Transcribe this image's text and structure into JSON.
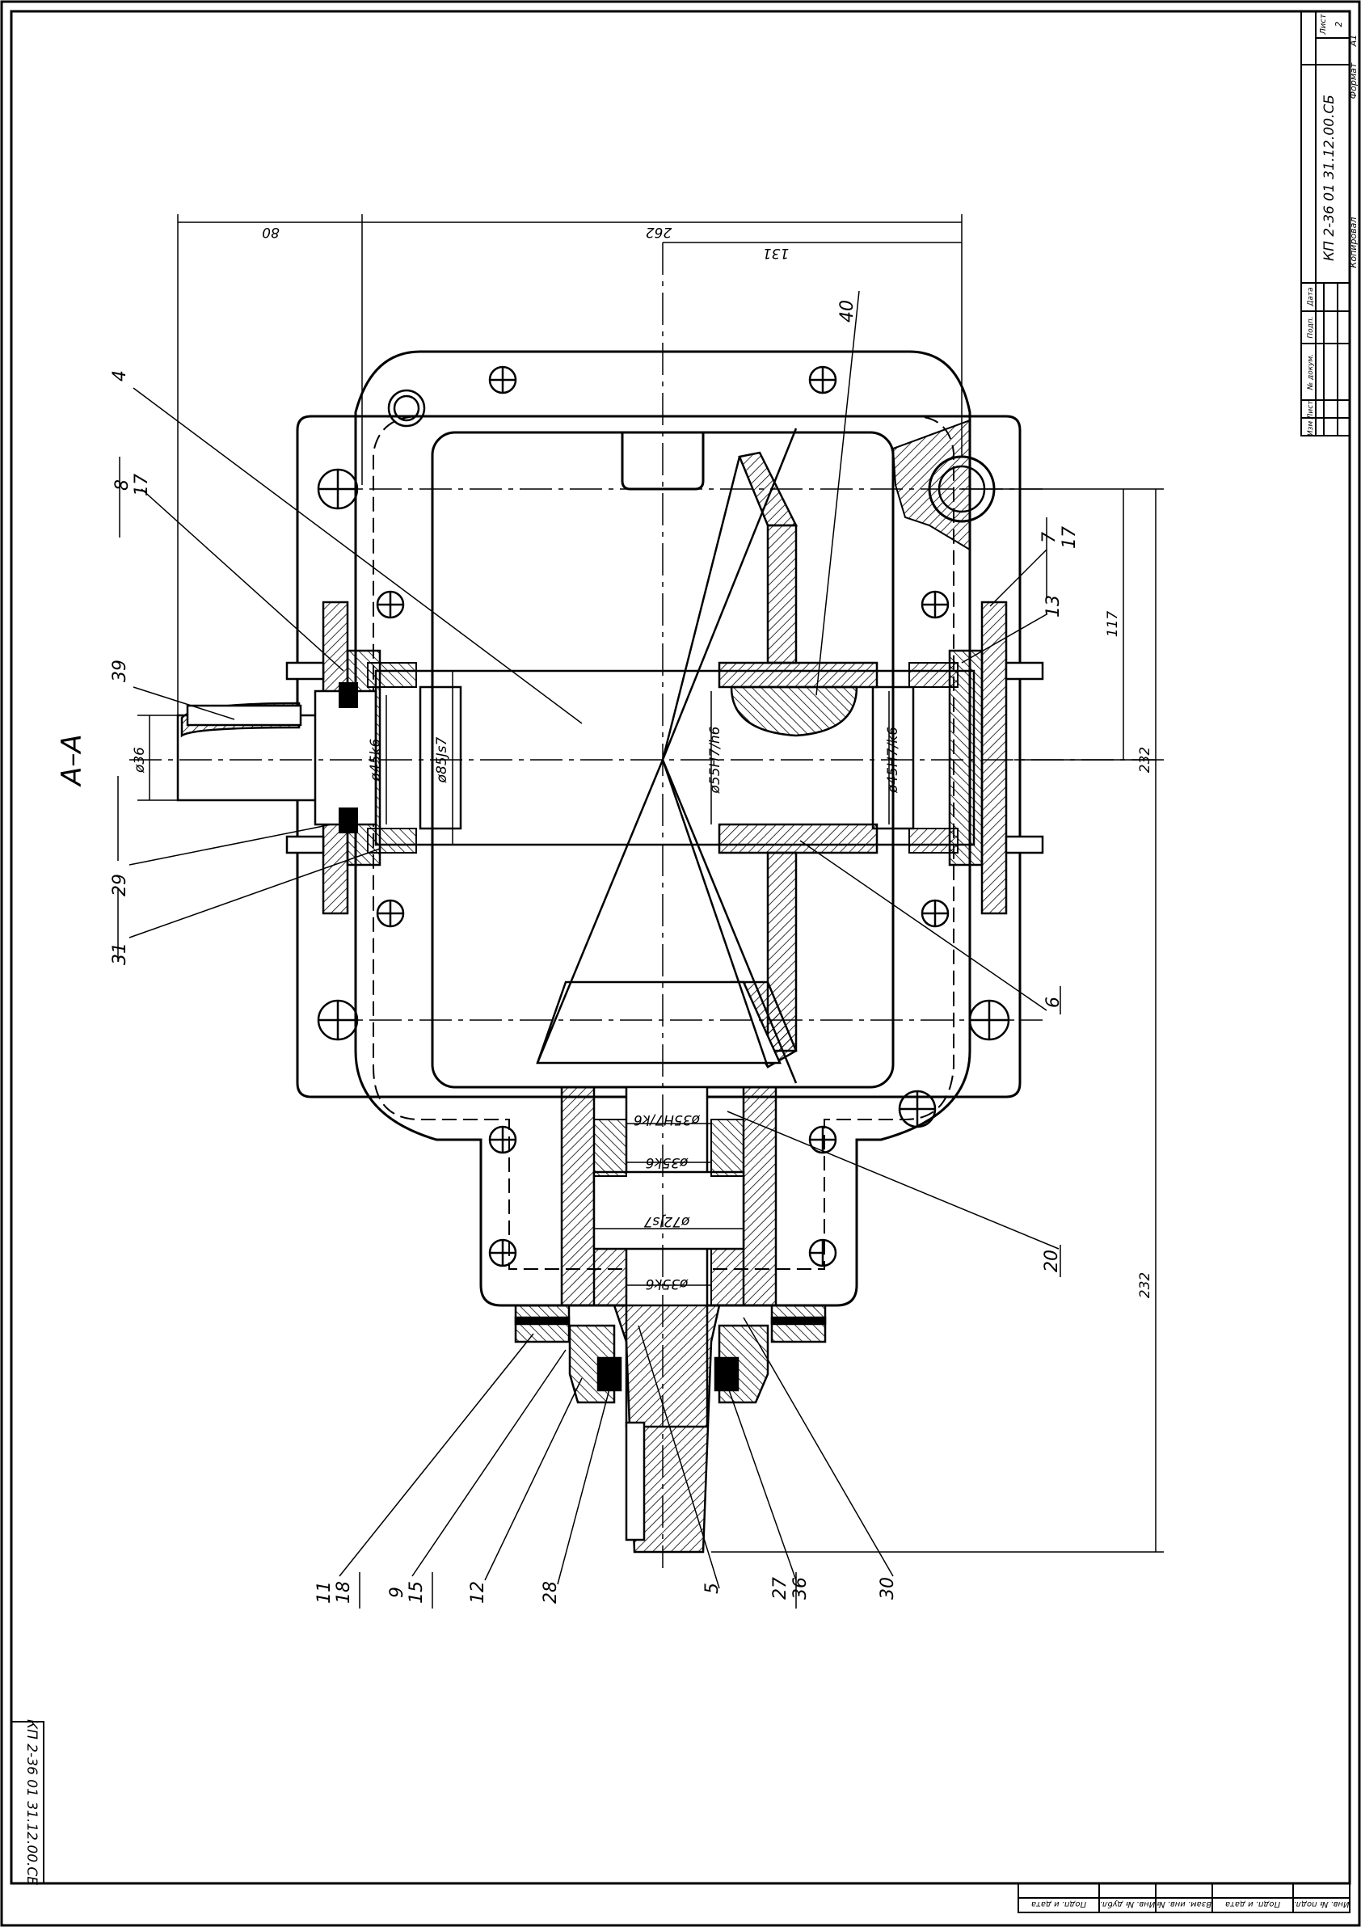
{
  "drawing": {
    "section_label": "А–А",
    "designation": "КП 2-36 01 31.12.00.СБ",
    "designation_rotated": "КП 2-36 01 31.12.00.СБ"
  },
  "title_block": {
    "sheet_label": "Лист",
    "sheet_number": "2",
    "format_label": "Формат",
    "format_value": "А1",
    "copied_label": "Копировал",
    "change_cols": [
      "Изм",
      "Лист",
      "№ докум.",
      "Подп.",
      "Дата"
    ]
  },
  "margin_block": {
    "cols": [
      "Инв. № подл.",
      "Подп. и дата",
      "Взам. инв. №",
      "Инв. № дубл.",
      "Подп. и дата"
    ]
  },
  "dimensions": {
    "d80": "80",
    "d262": "262",
    "d131": "131",
    "d117": "117",
    "d232a": "232",
    "d232b": "232",
    "d36": "ø36",
    "d45k6": "ø45k6",
    "d85js7": "ø85Js7",
    "d55": "ø55H7/h6",
    "d45b": "ø45H7/k6",
    "d35a": "ø35H7/k6",
    "d35b": "ø35k6",
    "d72": "ø72Js7",
    "d35c": "ø35k6"
  },
  "leaders": {
    "p4": "4",
    "p8": "8",
    "p17a": "17",
    "p39": "39",
    "p29": "29",
    "p31": "31",
    "p40": "40",
    "p7": "7",
    "p17b": "17",
    "p13": "13",
    "p6": "6",
    "p20": "20",
    "p11": "11",
    "p18": "18",
    "p9": "9",
    "p15": "15",
    "p12": "12",
    "p28": "28",
    "p5": "5",
    "p27": "27",
    "p36": "36",
    "p30": "30"
  }
}
